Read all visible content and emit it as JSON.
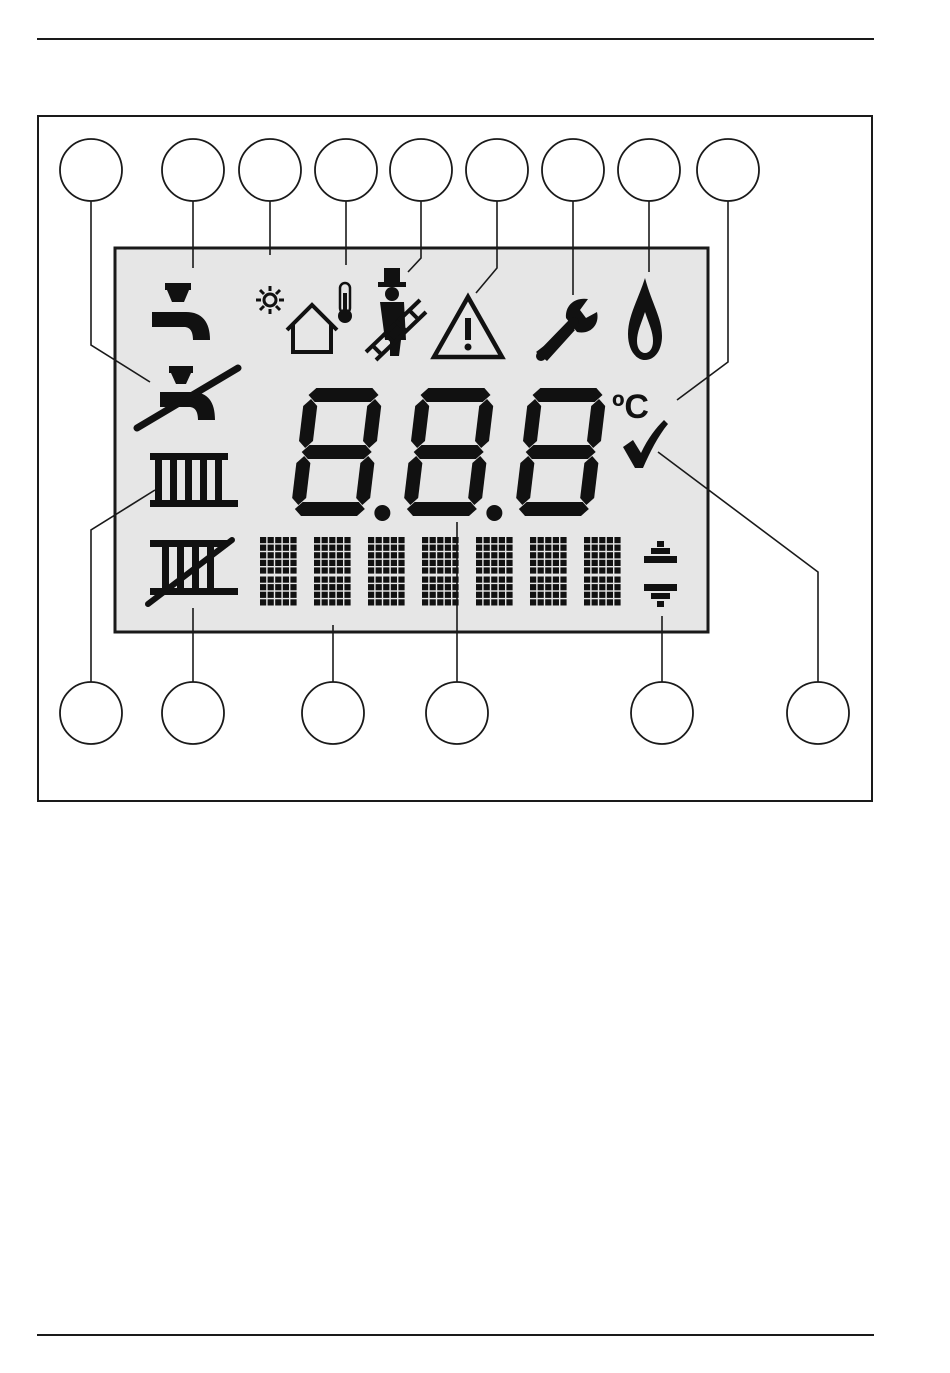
{
  "display": {
    "digits": "8.8.8",
    "unit": "ºC"
  },
  "callouts_top": [
    {
      "target": "dhw-off-icon"
    },
    {
      "target": "dhw-icon"
    },
    {
      "target": "outdoor-sun-icon"
    },
    {
      "target": "thermometer-icon"
    },
    {
      "target": "chimney-sweep-icon"
    },
    {
      "target": "warning-icon"
    },
    {
      "target": "wrench-icon"
    },
    {
      "target": "flame-icon"
    },
    {
      "target": "celsius-unit"
    }
  ],
  "callouts_bottom": [
    {
      "target": "radiator-icon"
    },
    {
      "target": "radiator-off-icon"
    },
    {
      "target": "text-matrix"
    },
    {
      "target": "seven-segment-digits"
    },
    {
      "target": "up-down-arrows-icon"
    },
    {
      "target": "checkmark-icon"
    }
  ],
  "colors": {
    "lcd_background": "#e6e6e6",
    "ink": "#111111",
    "frame": "#1a1a1a"
  }
}
